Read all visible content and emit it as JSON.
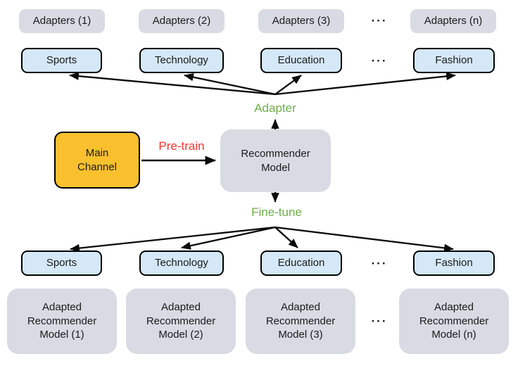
{
  "ellipsis": "···",
  "colors": {
    "box_gray": "#D8DBE3",
    "box_blue": "#D5E8F7",
    "box_orange": "#FAC02E",
    "green": "#70AD47",
    "red": "#FF3333",
    "arrow": "#0a0a0a"
  },
  "adapters_row": [
    "Adapters (1)",
    "Adapters (2)",
    "Adapters (3)",
    "Adapters (n)"
  ],
  "top_domains": [
    "Sports",
    "Technology",
    "Education",
    "Fashion"
  ],
  "labels": {
    "adapter": "Adapter",
    "pre_train": "Pre-train",
    "fine_tune": "Fine-tune"
  },
  "main_channel": "Main\nChannel",
  "recommender_model": "Recommender\nModel",
  "bottom_domains": [
    "Sports",
    "Technology",
    "Education",
    "Fashion"
  ],
  "adapted_models": [
    "Adapted\nRecommender\nModel (1)",
    "Adapted\nRecommender\nModel (2)",
    "Adapted\nRecommender\nModel (3)",
    "Adapted\nRecommender\nModel (n)"
  ]
}
